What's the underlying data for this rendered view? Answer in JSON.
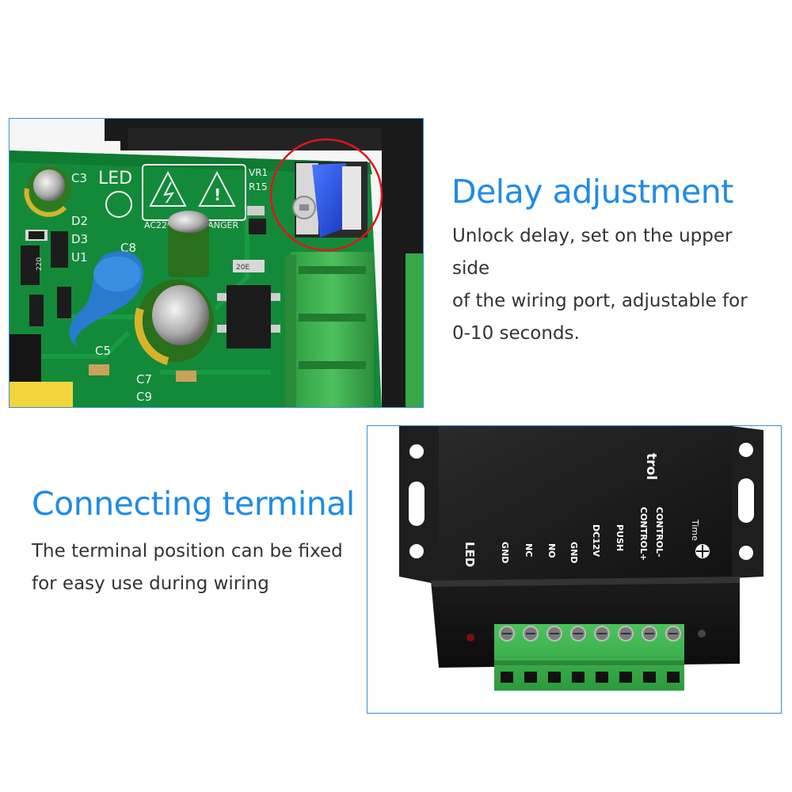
{
  "delay": {
    "title": "Delay adjustment",
    "lines": [
      "Unlock delay, set on the upper side",
      "of the wiring port, adjustable for",
      "0-10 seconds."
    ]
  },
  "terminal": {
    "title": "Connecting terminal",
    "lines": [
      "The terminal position can be fixed",
      "for easy use during wiring"
    ]
  },
  "pcb": {
    "silkscreen": [
      "C3",
      "LED",
      "D2",
      "D3",
      "U1",
      "C8",
      "C5",
      "C7",
      "C9",
      "VR1",
      "R15",
      "AC220V",
      "DANGER",
      "220",
      "20E"
    ]
  },
  "device": {
    "top_fragment": "trol",
    "brand": "Time",
    "labels": [
      "CONTROL-",
      "CONTROL+",
      "PUSH",
      "DC12V",
      "GND",
      "NO",
      "NC",
      "GND"
    ],
    "led_label": "LED"
  },
  "colors": {
    "accent": "#1f8be6",
    "frame_border": "#3a8fd8",
    "text": "#333333",
    "pcb_green": "#138a3a",
    "terminal_green": "#3cb54a",
    "highlight_circle": "#e0141c",
    "case_black": "#151515"
  }
}
